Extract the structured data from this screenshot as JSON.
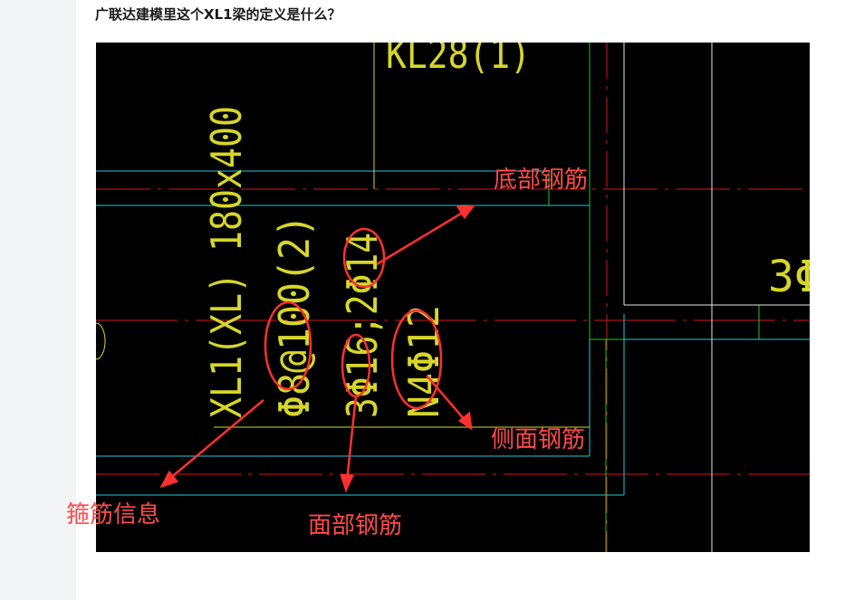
{
  "question": {
    "title": "广联达建模里这个XL1梁的定义是什么？"
  },
  "cad": {
    "beam_label_top": "KL28(1)",
    "beam_name": "XL1(XL) 180x400",
    "stirrup_spec": "Φ8@100(2)",
    "top_bars": "3Φ16;2Φ14",
    "side_bars": "N4Φ12",
    "edge_label": "3Φ",
    "colors": {
      "yellow": "#d6d62a",
      "cyan": "#22c8d8",
      "red": "#d01818",
      "green": "#22c822",
      "annotation": "#ff4a4a"
    }
  },
  "annotations": {
    "bottom_rebar": "底部钢筋",
    "side_rebar": "侧面钢筋",
    "stirrup_info": "箍筋信息",
    "top_rebar": "面部钢筋"
  }
}
